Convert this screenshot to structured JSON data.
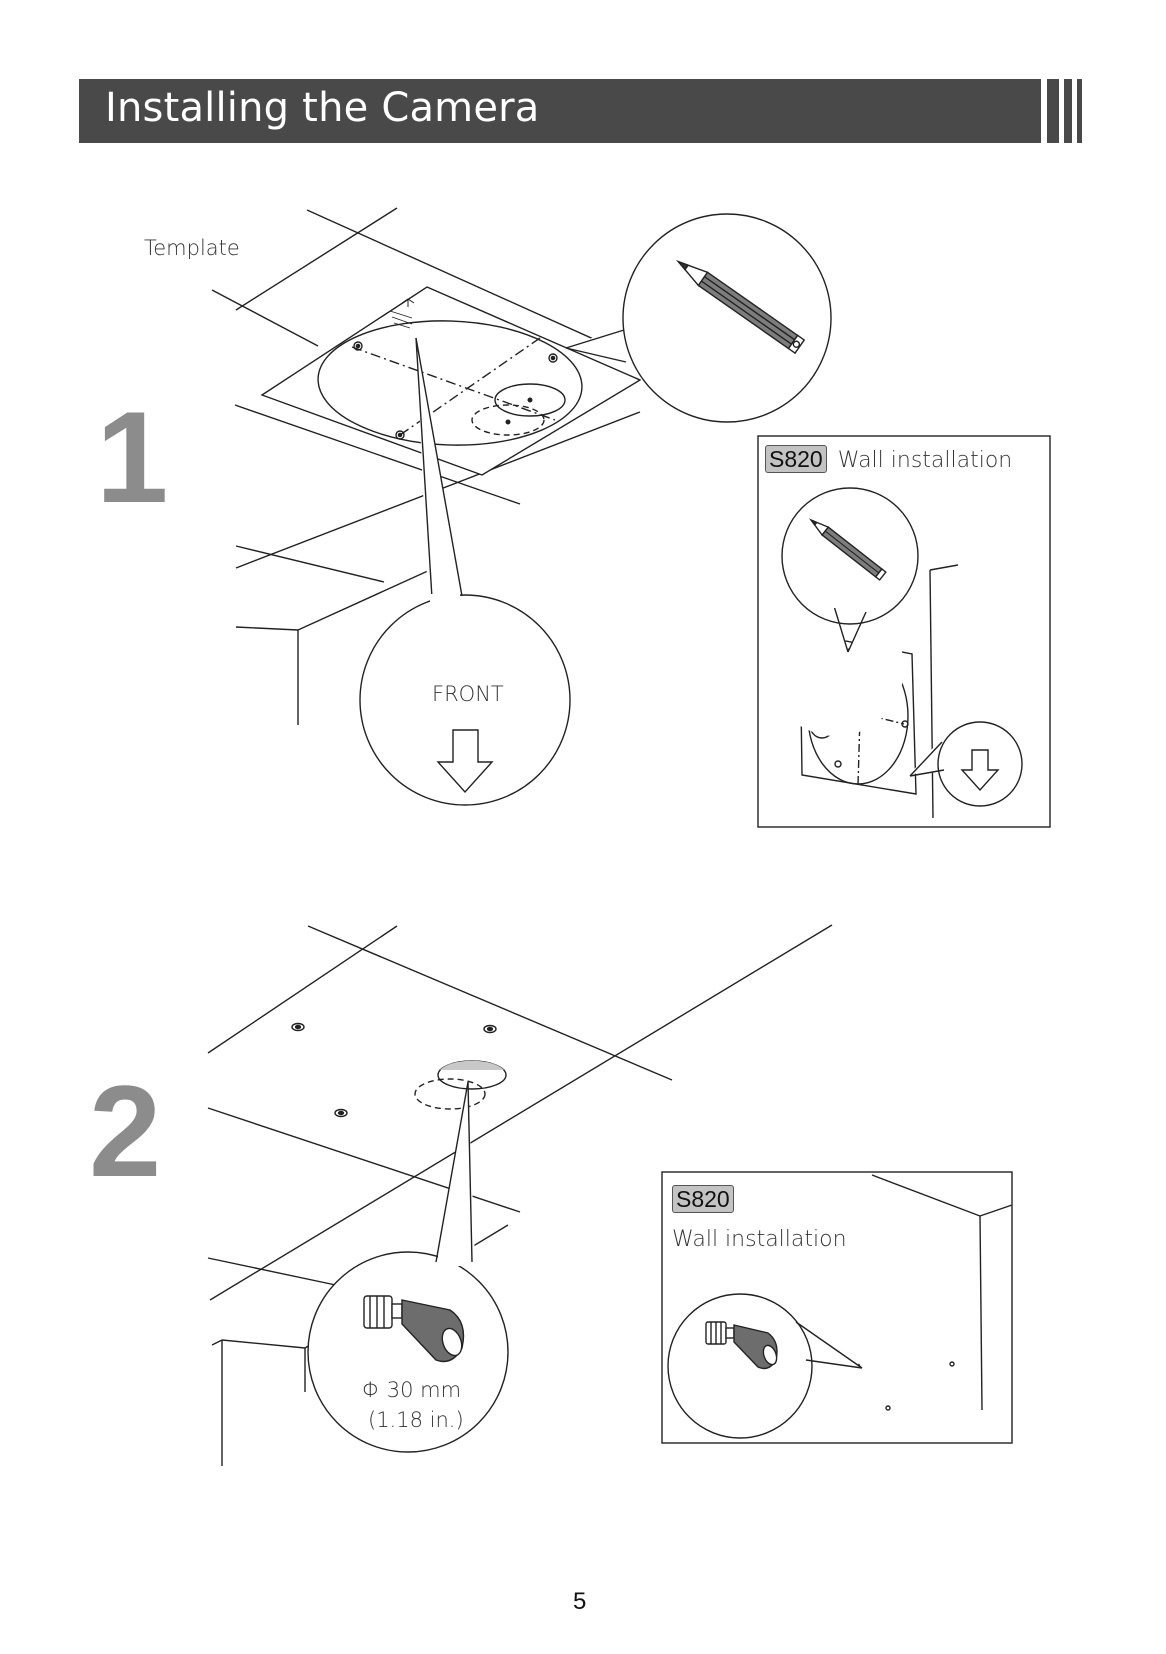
{
  "header": {
    "title": "Installing the Camera"
  },
  "steps": [
    {
      "number": "1",
      "template_label": "Template",
      "callout_label": "FRONT",
      "inset": {
        "model": "S820",
        "title": "Wall installation"
      }
    },
    {
      "number": "2",
      "callout_label_line1": "Φ 30 mm",
      "callout_label_line2": "(1.18 in.)",
      "inset": {
        "model": "S820",
        "title": "Wall installation"
      }
    }
  ],
  "footer": {
    "page_number": "5"
  },
  "colors": {
    "header_bg": "#4a4949",
    "step_number": "#8c8c8c",
    "badge_bg": "#c3c3c3"
  }
}
